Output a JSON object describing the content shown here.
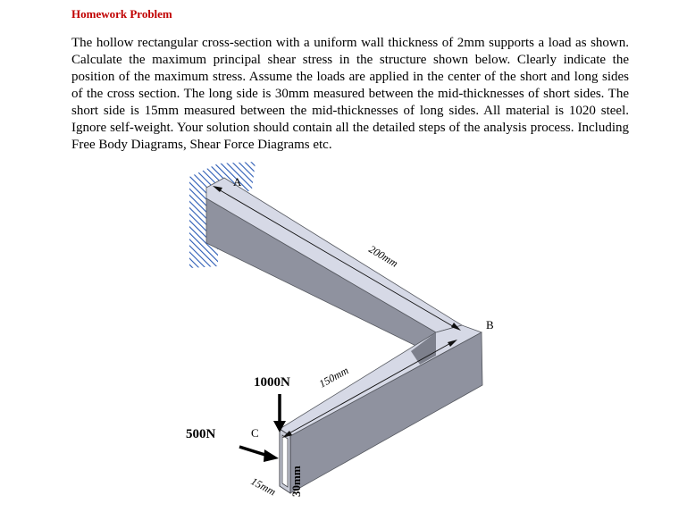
{
  "document": {
    "heading": "Homework Problem",
    "body": "The hollow rectangular cross-section with a uniform wall thickness of 2mm supports a load as shown. Calculate the maximum principal shear stress in the structure shown below. Clearly indicate the position of the maximum stress. Assume the loads are applied in the center of the short and long sides of the cross section. The long side is 30mm measured between the mid-thicknesses of short sides. The short side is 15mm measured between the mid-thicknesses of long sides. All material is 1020 steel. Ignore self-weight. Your solution should contain all the detailed steps of the analysis process. Including Free Body Diagrams, Shear Force Diagrams etc."
  },
  "figure": {
    "point_a": "A",
    "point_b": "B",
    "point_c": "C",
    "dim_ab": "200mm",
    "dim_bc": "150mm",
    "load_vertical": "1000N",
    "load_horizontal": "500N",
    "dim_long_side": "30mm",
    "dim_short_side": "15mm"
  },
  "colors": {
    "heading": "#c00000",
    "hatch": "#2b5bb5",
    "beam_top": "#d6d9e6",
    "beam_side": "#8f929f",
    "beam_dark": "#6f7280"
  }
}
